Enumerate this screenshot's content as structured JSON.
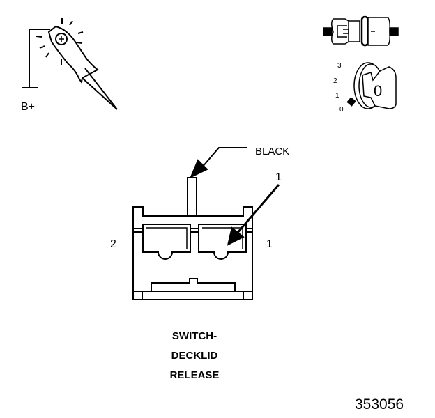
{
  "probe": {
    "label": "B+"
  },
  "key": {
    "positions": [
      "3",
      "2",
      "1",
      "0"
    ],
    "face": "0"
  },
  "connector": {
    "wire_color_label": "BLACK",
    "callout_number": "1",
    "pin_left": "2",
    "pin_right": "1"
  },
  "caption": {
    "lines": [
      "SWITCH-",
      "DECKLID",
      "RELEASE"
    ]
  },
  "figure_number": "353056"
}
